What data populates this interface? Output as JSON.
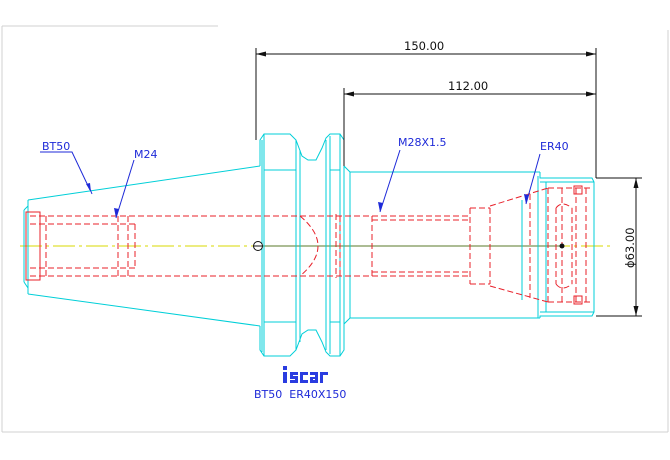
{
  "dimensions": {
    "overall_length": "150.00",
    "length_to_nut": "112.00",
    "diameter": "ϕ63.00"
  },
  "labels": {
    "taper": "BT50",
    "thread_m24": "M24",
    "thread_m28": "M28X1.5",
    "collet": "ER40"
  },
  "brand": {
    "name": "iscar",
    "color": "#2a3ce0"
  },
  "product_code": "BT50  ER40X150",
  "colors": {
    "outline": "#00cfd8",
    "hidden": "#e8202a",
    "center": "#d8d800",
    "dimension": "#111111",
    "label": "#1e2ad8"
  }
}
